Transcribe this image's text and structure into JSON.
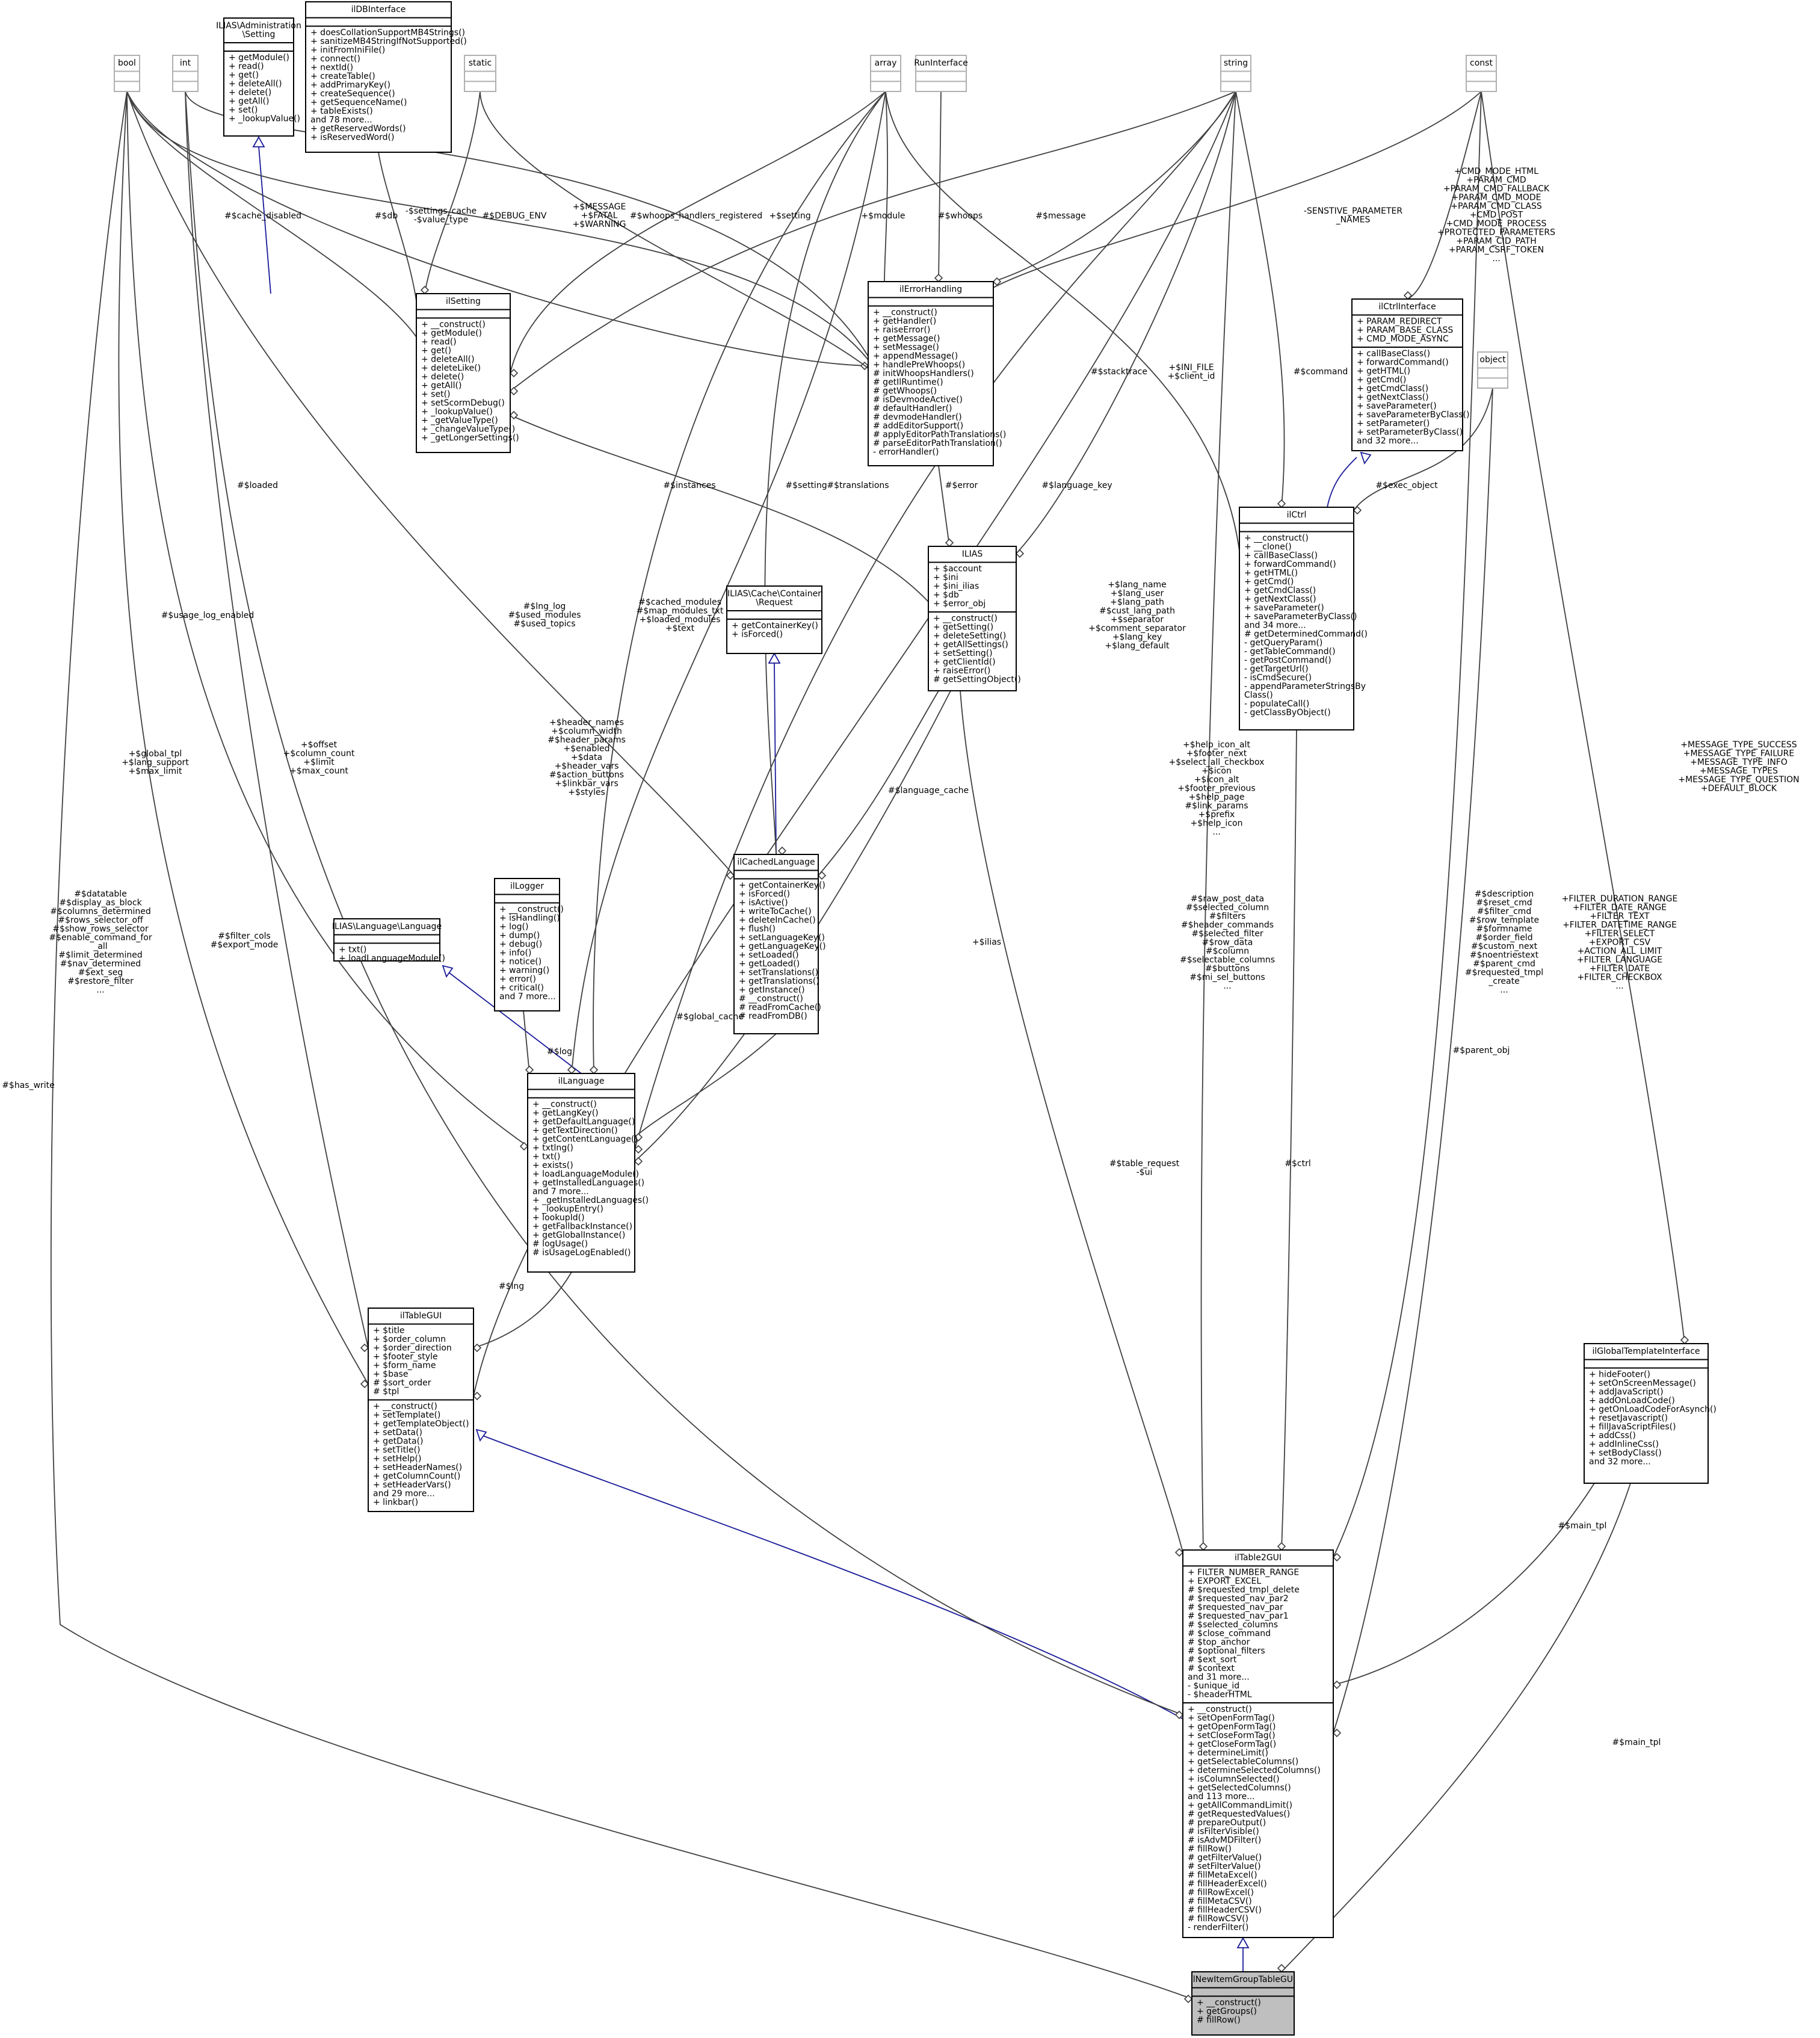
{
  "classes": {
    "bool": {
      "title": "bool",
      "attrs": [],
      "methods": []
    },
    "int": {
      "title": "int",
      "attrs": [],
      "methods": []
    },
    "setting_if": {
      "title": [
        "ILIAS\\Administration",
        "\\Setting"
      ],
      "attrs": [],
      "methods": [
        "+ getModule()",
        "+ read()",
        "+ get()",
        "+ deleteAll()",
        "+ delete()",
        "+ getAll()",
        "+ set()",
        "+ _lookupValue()"
      ]
    },
    "ildb": {
      "title": "ilDBInterface",
      "attrs": [],
      "methods": [
        "+ doesCollationSupportMB4Strings()",
        "+ sanitizeMB4StringIfNotSupported()",
        "+ initFromIniFile()",
        "+ connect()",
        "+ nextId()",
        "+ createTable()",
        "+ addPrimaryKey()",
        "+ createSequence()",
        "+ getSequenceName()",
        "+ tableExists()",
        "and 78 more...",
        "+ getReservedWords()",
        "+ isReservedWord()"
      ]
    },
    "static": {
      "title": "static",
      "attrs": [],
      "methods": []
    },
    "array": {
      "title": "array",
      "attrs": [],
      "methods": []
    },
    "run": {
      "title": "RunInterface",
      "attrs": [],
      "methods": []
    },
    "string": {
      "title": "string",
      "attrs": [],
      "methods": []
    },
    "const": {
      "title": "const",
      "attrs": [],
      "methods": []
    },
    "ilsetting": {
      "title": "ilSetting",
      "attrs": [],
      "methods": [
        "+ __construct()",
        "+ getModule()",
        "+ read()",
        "+ get()",
        "+ deleteAll()",
        "+ deleteLike()",
        "+ delete()",
        "+ getAll()",
        "+ set()",
        "+ setScormDebug()",
        "+ _lookupValue()",
        "+ _getValueType()",
        "+ _changeValueType()",
        "+ _getLongerSettings()"
      ]
    },
    "ilerr": {
      "title": "ilErrorHandling",
      "attrs": [],
      "methods": [
        "+ __construct()",
        "+ getHandler()",
        "+ raiseError()",
        "+ getMessage()",
        "+ setMessage()",
        "+ appendMessage()",
        "+ handlePreWhoops()",
        "# initWhoopsHandlers()",
        "# getIlRuntime()",
        "# getWhoops()",
        "# isDevmodeActive()",
        "# defaultHandler()",
        "# devmodeHandler()",
        "# addEditorSupport()",
        "# applyEditorPathTranslations()",
        "# parseEditorPathTranslation()",
        "- errorHandler()"
      ]
    },
    "ilctrlif": {
      "title": "ilCtrlInterface",
      "attrs": [
        "+ PARAM_REDIRECT",
        "+ PARAM_BASE_CLASS",
        "+ CMD_MODE_ASYNC"
      ],
      "methods": [
        "+ callBaseClass()",
        "+ forwardCommand()",
        "+ getHTML()",
        "+ getCmd()",
        "+ getCmdClass()",
        "+ getNextClass()",
        "+ saveParameter()",
        "+ saveParameterByClass()",
        "+ setParameter()",
        "+ setParameterByClass()",
        "and 32 more..."
      ]
    },
    "object": {
      "title": "object",
      "attrs": [],
      "methods": []
    },
    "ilias": {
      "title": "ILIAS",
      "attrs": [
        "+ $account",
        "+ $ini",
        "+ $ini_ilias",
        "+ $db",
        "+ $error_obj"
      ],
      "methods": [
        "+ __construct()",
        "+ getSetting()",
        "+ deleteSetting()",
        "+ getAllSettings()",
        "+ setSetting()",
        "+ getClientId()",
        "+ raiseError()",
        "# getSettingObject()"
      ]
    },
    "ilctrl": {
      "title": "ilCtrl",
      "attrs": [],
      "methods": [
        "+ __construct()",
        "+ __clone()",
        "+ callBaseClass()",
        "+ forwardCommand()",
        "+ getHTML()",
        "+ getCmd()",
        "+ getCmdClass()",
        "+ getNextClass()",
        "+ saveParameter()",
        "+ saveParameterByClass()",
        "and 34 more...",
        "# getDeterminedCommand()",
        "- getQueryParam()",
        "- getTableCommand()",
        "- getPostCommand()",
        "- getTargetUrl()",
        "- isCmdSecure()",
        "- appendParameterStringsBy",
        "  Class()",
        "- populateCall()",
        "- getClassByObject()"
      ]
    },
    "cachereq": {
      "title": [
        "ILIAS\\Cache\\Container",
        "\\Request"
      ],
      "attrs": [],
      "methods": [
        "+ getContainerKey()",
        "+ isForced()"
      ]
    },
    "ilcached": {
      "title": "ilCachedLanguage",
      "attrs": [],
      "methods": [
        "+ getContainerKey()",
        "+ isForced()",
        "+ isActive()",
        "+ writeToCache()",
        "+ deleteInCache()",
        "+ flush()",
        "+ setLanguageKey()",
        "+ getLanguageKey()",
        "+ setLoaded()",
        "+ getLoaded()",
        "+ setTranslations()",
        "+ getTranslations()",
        "+ getInstance()",
        "# __construct()",
        "# readFromCache()",
        "# readFromDB()"
      ]
    },
    "illogger": {
      "title": "ilLogger",
      "attrs": [],
      "methods": [
        "+ __construct()",
        "+ isHandling()",
        "+ log()",
        "+ dump()",
        "+ debug()",
        "+ info()",
        "+ notice()",
        "+ warning()",
        "+ error()",
        "+ critical()",
        "and 7 more..."
      ]
    },
    "langif": {
      "title": "ILIAS\\Language\\Language",
      "attrs": [],
      "methods": [
        "+ txt()",
        "+ loadLanguageModule()"
      ]
    },
    "illang": {
      "title": "ilLanguage",
      "attrs": [],
      "methods": [
        "+ __construct()",
        "+ getLangKey()",
        "+ getDefaultLanguage()",
        "+ getTextDirection()",
        "+ getContentLanguage()",
        "+ txtlng()",
        "+ txt()",
        "+ exists()",
        "+ loadLanguageModule()",
        "+ getInstalledLanguages()",
        "and 7 more...",
        "+ _getInstalledLanguages()",
        "+ _lookupEntry()",
        "+ lookupId()",
        "+ getFallbackInstance()",
        "+ getGlobalInstance()",
        "# logUsage()",
        "# isUsageLogEnabled()"
      ]
    },
    "iltable": {
      "title": "ilTableGUI",
      "attrs": [
        "+ $title",
        "+ $order_column",
        "+ $order_direction",
        "+ $footer_style",
        "+ $form_name",
        "+ $base",
        "# $sort_order",
        "# $tpl"
      ],
      "methods": [
        "+ __construct()",
        "+ setTemplate()",
        "+ getTemplateObject()",
        "+ setData()",
        "+ getData()",
        "+ setTitle()",
        "+ setHelp()",
        "+ setHeaderNames()",
        "+ getColumnCount()",
        "+ setHeaderVars()",
        "and 29 more...",
        "+ linkbar()"
      ]
    },
    "iltpl": {
      "title": "ilGlobalTemplateInterface",
      "attrs": [],
      "methods": [
        "+ hideFooter()",
        "+ setOnScreenMessage()",
        "+ addJavaScript()",
        "+ addOnLoadCode()",
        "+ getOnLoadCodeForAsynch()",
        "+ resetJavascript()",
        "+ fillJavaScriptFiles()",
        "+ addCss()",
        "+ addInlineCss()",
        "+ setBodyClass()",
        "and 32 more..."
      ]
    },
    "iltable2": {
      "title": "ilTable2GUI",
      "attrs": [
        "+ FILTER_NUMBER_RANGE",
        "+ EXPORT_EXCEL",
        "# $requested_tmpl_delete",
        "# $requested_nav_par2",
        "# $requested_nav_par",
        "# $requested_nav_par1",
        "# $selected_columns",
        "# $close_command",
        "# $top_anchor",
        "# $optional_filters",
        "# $ext_sort",
        "# $context",
        "and 31 more...",
        "- $unique_id",
        "- $headerHTML"
      ],
      "methods": [
        "+ __construct()",
        "+ setOpenFormTag()",
        "+ getOpenFormTag()",
        "+ setCloseFormTag()",
        "+ getCloseFormTag()",
        "+ determineLimit()",
        "+ getSelectableColumns()",
        "+ determineSelectedColumns()",
        "+ isColumnSelected()",
        "+ getSelectedColumns()",
        "and 113 more...",
        "+ getAllCommandLimit()",
        "# getRequestedValues()",
        "# prepareOutput()",
        "# isFilterVisible()",
        "# isAdvMDFilter()",
        "# fillRow()",
        "# getFilterValue()",
        "# setFilterValue()",
        "# fillMetaExcel()",
        "# fillHeaderExcel()",
        "# fillRowExcel()",
        "# fillMetaCSV()",
        "# fillHeaderCSV()",
        "# fillRowCSV()",
        "- renderFilter()"
      ]
    },
    "ilnew": {
      "title": "ilNewItemGroupTableGUI",
      "attrs": [],
      "methods": [
        "+ __construct()",
        "+ getGroups()",
        "# fillRow()"
      ]
    }
  },
  "edge_labels": {
    "cache_disabled": [
      "#$cache_disabled"
    ],
    "db": [
      "#$db"
    ],
    "settings_cache": [
      "-$settings_cache",
      "-$value_type"
    ],
    "debug_env": [
      "#$DEBUG_ENV"
    ],
    "message_const": [
      "+$MESSAGE",
      "+$FATAL",
      "+$WARNING"
    ],
    "whoops_reg": [
      "#$whoops_handlers_registered"
    ],
    "setting_plus": [
      "+$setting"
    ],
    "module": [
      "+$module"
    ],
    "whoops": [
      "#$whoops"
    ],
    "message": [
      "#$message"
    ],
    "sensitive": [
      "-SENSTIVE_PARAMETER",
      "_NAMES"
    ],
    "cmd_consts": [
      "+CMD_MODE_HTML",
      "+PARAM_CMD",
      "+PARAM_CMD_FALLBACK",
      "+PARAM_CMD_MODE",
      "+PARAM_CMD_CLASS",
      "+CMD_POST",
      "+CMD_MODE_PROCESS",
      "+PROTECTED_PARAMETERS",
      "+PARAM_CID_PATH",
      "+PARAM_CSRF_TOKEN",
      "..."
    ],
    "stacktrace": [
      "#$stacktrace"
    ],
    "ini_file": [
      "+$INI_FILE",
      "+$client_id"
    ],
    "command": [
      "#$command"
    ],
    "exec_object": [
      "#$exec_object"
    ],
    "loaded": [
      "#$loaded"
    ],
    "instances": [
      "#$instances"
    ],
    "setting_hash": [
      "#$setting"
    ],
    "translations": [
      "#$translations"
    ],
    "language_key": [
      "#$language_key"
    ],
    "error": [
      "#$error"
    ],
    "lang_vars": [
      "+$lang_name",
      "+$lang_user",
      "+$lang_path",
      "#$cust_lang_path",
      "+$separator",
      "+$comment_separator",
      "+$lang_key",
      "+$lang_default"
    ],
    "usage_log": [
      "#$usage_log_enabled"
    ],
    "lng_log": [
      "#$lng_log",
      "#$used_modules",
      "#$used_topics"
    ],
    "cached_modules": [
      "#$cached_modules",
      "#$map_modules_txt",
      "+$loaded_modules",
      "+$text"
    ],
    "global_tpl": [
      "+$global_tpl",
      "+$lang_support",
      "+$max_limit"
    ],
    "offset": [
      "+$offset",
      "+$column_count",
      "+$limit",
      "+$max_count"
    ],
    "header_names": [
      "+$header_names",
      "+$column_width",
      "#$header_params",
      "+$enabled",
      "+$data",
      "+$header_vars",
      "#$action_buttons",
      "+$linkbar_vars",
      "+$styles"
    ],
    "help_icon": [
      "+$help_icon_alt",
      "+$footer_next",
      "+$select_all_checkbox",
      "+$icon",
      "+$icon_alt",
      "+$footer_previous",
      "+$help_page",
      "#$link_params",
      "+$prefix",
      "+$help_icon",
      "..."
    ],
    "language_cache": [
      "#$language_cache"
    ],
    "message_types": [
      "+MESSAGE_TYPE_SUCCESS",
      "+MESSAGE_TYPE_FAILURE",
      "+MESSAGE_TYPE_INFO",
      "+MESSAGE_TYPES",
      "+MESSAGE_TYPE_QUESTION",
      "+DEFAULT_BLOCK"
    ],
    "slog": [
      "#$log"
    ],
    "ilias_plus": [
      "+$ilias"
    ],
    "datatable": [
      "#$datatable",
      "#$display_as_block",
      "#$columns_determined",
      "#$rows_selector_off",
      "#$show_rows_selector",
      "#$enable_command_for",
      "_all",
      "#$limit_determined",
      "#$nav_determined",
      "#$ext_seg",
      "#$restore_filter",
      "..."
    ],
    "filter_cols": [
      "#$filter_cols",
      "#$export_mode"
    ],
    "raw_post": [
      "#$raw_post_data",
      "#$selected_column",
      "#$filters",
      "#$header_commands",
      "#$selected_filter",
      "#$row_data",
      "#$column",
      "#$selectable_columns",
      "#$buttons",
      "#$mi_sel_buttons",
      "..."
    ],
    "description": [
      "#$description",
      "#$reset_cmd",
      "#$filter_cmd",
      "#$row_template",
      "#$formname",
      "#$order_field",
      "#$custom_next",
      "#$noentriestext",
      "#$parent_cmd",
      "#$requested_tmpl",
      "_create",
      "..."
    ],
    "filter_consts": [
      "+FILTER_DURATION_RANGE",
      "+FILTER_DATE_RANGE",
      "+FILTER_TEXT",
      "+FILTER_DATETIME_RANGE",
      "+FILTER_SELECT",
      "+EXPORT_CSV",
      "+ACTION_ALL_LIMIT",
      "+FILTER_LANGUAGE",
      "+FILTER_DATE",
      "+FILTER_CHECKBOX",
      "..."
    ],
    "global_cache": [
      "#$global_cache"
    ],
    "lng": [
      "#$lng"
    ],
    "parent_obj": [
      "#$parent_obj"
    ],
    "table_request": [
      "#$table_request",
      "-$ui"
    ],
    "ctrl": [
      "#$ctrl"
    ],
    "main_tpl_a": [
      "#$main_tpl"
    ],
    "main_tpl_b": [
      "#$main_tpl"
    ],
    "has_write": [
      "#$has_write"
    ]
  },
  "colors": {
    "highlight_fill": "#bfbfbf",
    "box_border": "#000000",
    "stub_border": "#b0b0b0",
    "inheritance": "#1a1a9a",
    "edge": "#404040"
  }
}
